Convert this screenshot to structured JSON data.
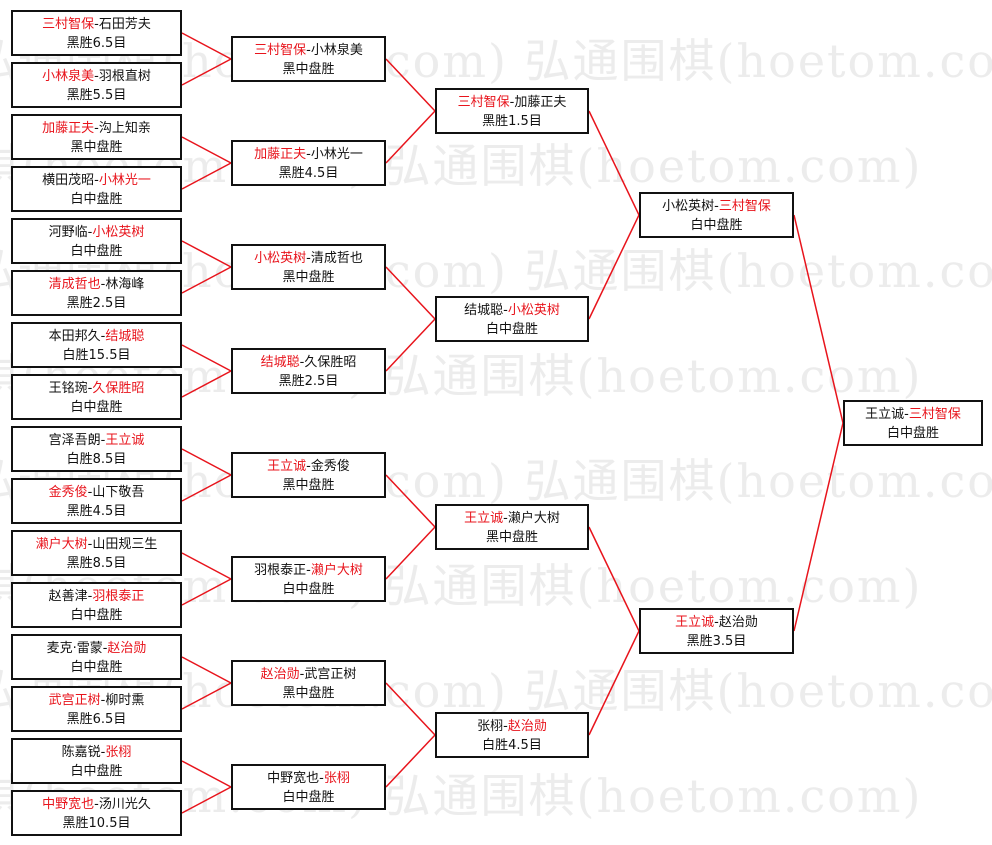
{
  "watermark": "弘通围棋(hoetom.com)",
  "colors": {
    "winner": "#e8141c",
    "line": "#e8141c",
    "border": "#111111"
  },
  "rounds": [
    [
      {
        "p1": "三村智保",
        "p2": "石田芳夫",
        "winner": 1,
        "result": "黑胜6.5目"
      },
      {
        "p1": "小林泉美",
        "p2": "羽根直树",
        "winner": 1,
        "result": "黑胜5.5目"
      },
      {
        "p1": "加藤正夫",
        "p2": "沟上知亲",
        "winner": 1,
        "result": "黑中盘胜"
      },
      {
        "p1": "横田茂昭",
        "p2": "小林光一",
        "winner": 2,
        "result": "白中盘胜"
      },
      {
        "p1": "河野临",
        "p2": "小松英树",
        "winner": 2,
        "result": "白中盘胜"
      },
      {
        "p1": "清成哲也",
        "p2": "林海峰",
        "winner": 1,
        "result": "黑胜2.5目"
      },
      {
        "p1": "本田邦久",
        "p2": "结城聪",
        "winner": 2,
        "result": "白胜15.5目"
      },
      {
        "p1": "王铭琬",
        "p2": "久保胜昭",
        "winner": 2,
        "result": "白中盘胜"
      },
      {
        "p1": "宫泽吾朗",
        "p2": "王立诚",
        "winner": 2,
        "result": "白胜8.5目"
      },
      {
        "p1": "金秀俊",
        "p2": "山下敬吾",
        "winner": 1,
        "result": "黑胜4.5目"
      },
      {
        "p1": "濑户大树",
        "p2": "山田规三生",
        "winner": 1,
        "result": "黑胜8.5目"
      },
      {
        "p1": "赵善津",
        "p2": "羽根泰正",
        "winner": 2,
        "result": "白中盘胜"
      },
      {
        "p1": "麦克·雷蒙",
        "p2": "赵治勋",
        "winner": 2,
        "result": "白中盘胜"
      },
      {
        "p1": "武宫正树",
        "p2": "柳时熏",
        "winner": 1,
        "result": "黑胜6.5目"
      },
      {
        "p1": "陈嘉锐",
        "p2": "张栩",
        "winner": 2,
        "result": "白中盘胜"
      },
      {
        "p1": "中野宽也",
        "p2": "汤川光久",
        "winner": 1,
        "result": "黑胜10.5目"
      }
    ],
    [
      {
        "p1": "三村智保",
        "p2": "小林泉美",
        "winner": 1,
        "result": "黑中盘胜"
      },
      {
        "p1": "加藤正夫",
        "p2": "小林光一",
        "winner": 1,
        "result": "黑胜4.5目"
      },
      {
        "p1": "小松英树",
        "p2": "清成哲也",
        "winner": 1,
        "result": "黑中盘胜"
      },
      {
        "p1": "结城聪",
        "p2": "久保胜昭",
        "winner": 1,
        "result": "黑胜2.5目"
      },
      {
        "p1": "王立诚",
        "p2": "金秀俊",
        "winner": 1,
        "result": "黑中盘胜"
      },
      {
        "p1": "羽根泰正",
        "p2": "濑户大树",
        "winner": 2,
        "result": "白中盘胜"
      },
      {
        "p1": "赵治勋",
        "p2": "武宫正树",
        "winner": 1,
        "result": "黑中盘胜"
      },
      {
        "p1": "中野宽也",
        "p2": "张栩",
        "winner": 2,
        "result": "白中盘胜"
      }
    ],
    [
      {
        "p1": "三村智保",
        "p2": "加藤正夫",
        "winner": 1,
        "result": "黑胜1.5目"
      },
      {
        "p1": "结城聪",
        "p2": "小松英树",
        "winner": 2,
        "result": "白中盘胜"
      },
      {
        "p1": "王立诚",
        "p2": "濑户大树",
        "winner": 1,
        "result": "黑中盘胜"
      },
      {
        "p1": "张栩",
        "p2": "赵治勋",
        "winner": 2,
        "result": "白胜4.5目"
      }
    ],
    [
      {
        "p1": "小松英树",
        "p2": "三村智保",
        "winner": 2,
        "result": "白中盘胜"
      },
      {
        "p1": "王立诚",
        "p2": "赵治勋",
        "winner": 1,
        "result": "黑胜3.5目"
      }
    ],
    [
      {
        "p1": "王立诚",
        "p2": "三村智保",
        "winner": 2,
        "result": "白中盘胜"
      }
    ]
  ]
}
